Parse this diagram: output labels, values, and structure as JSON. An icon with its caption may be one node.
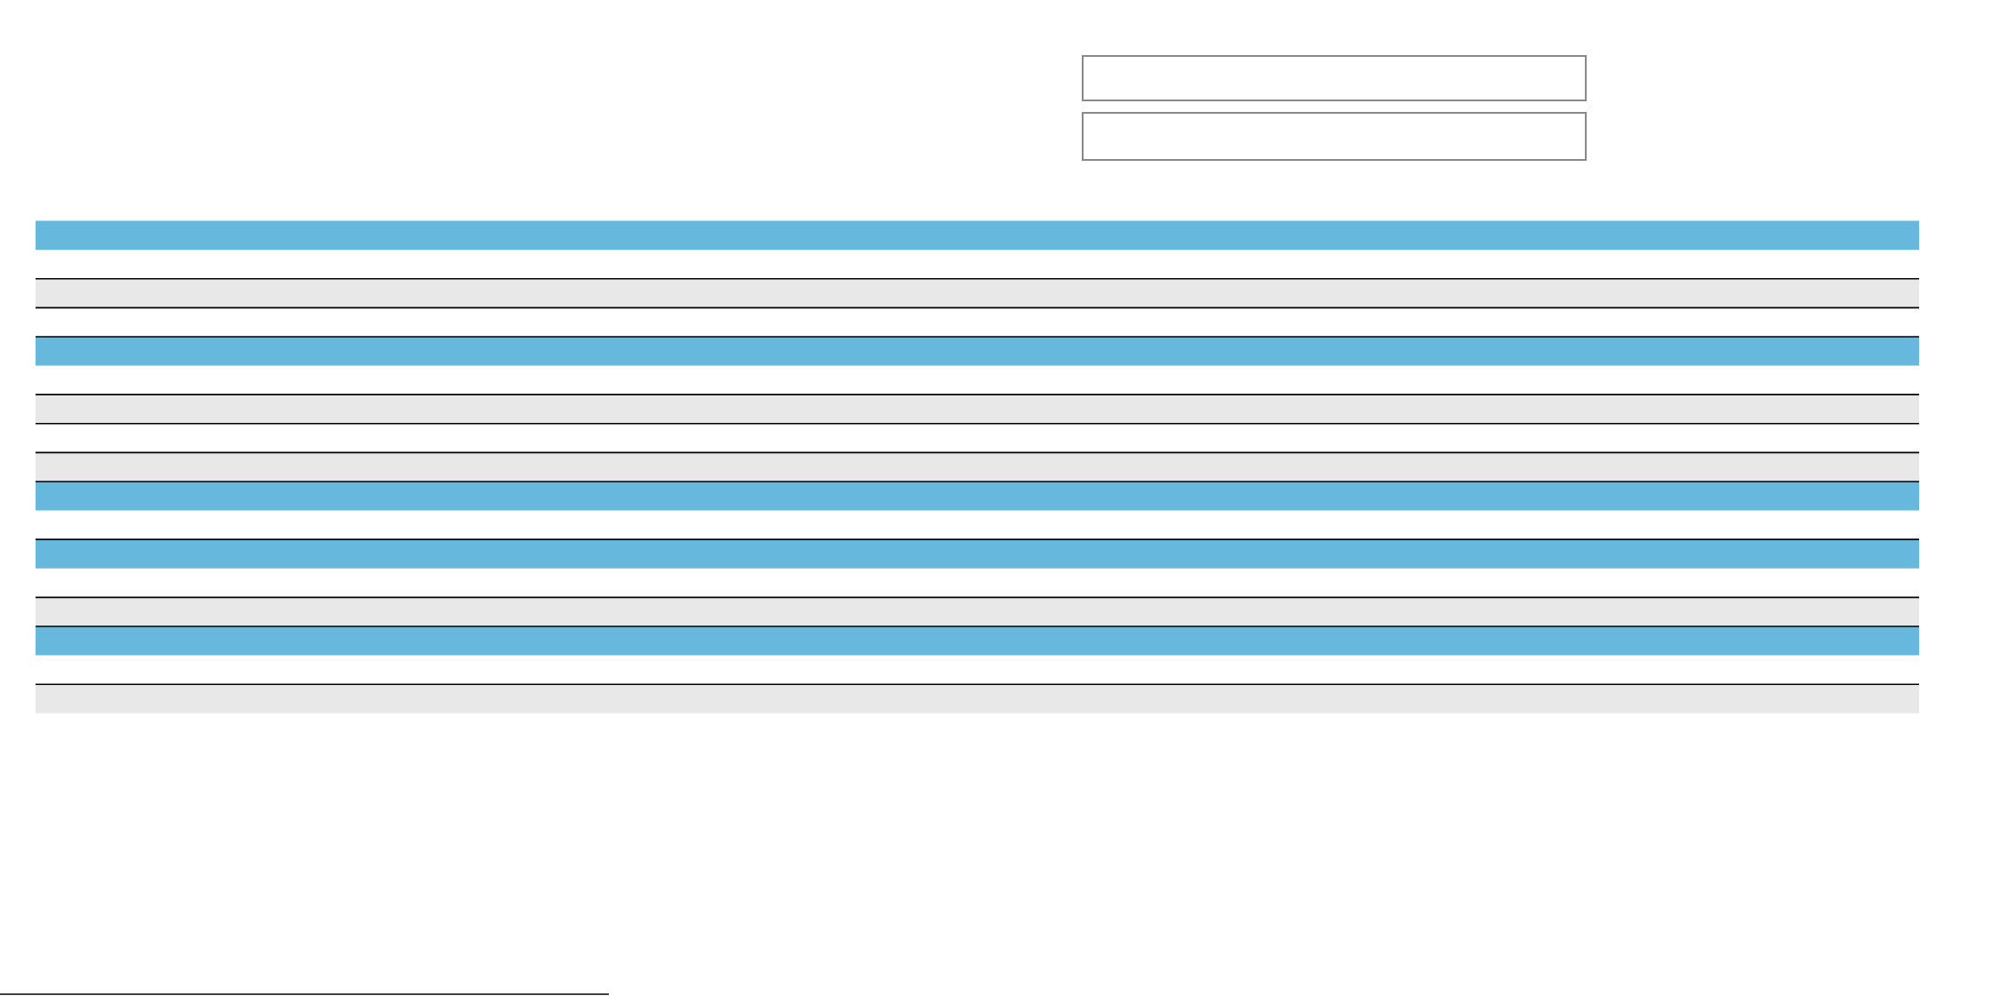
{
  "diagram": {
    "nodes": [
      {
        "text": [],
        "shape": "box"
      },
      {
        "text": [],
        "shape": "box"
      },
      {
        "text": [],
        "shape": "bar"
      },
      {
        "text": [],
        "shape": "bar"
      },
      {
        "text": [],
        "shape": "bar"
      },
      {
        "text": [],
        "shape": "bar"
      },
      {
        "text": [],
        "shape": "bar"
      },
      {
        "text": [],
        "shape": "bar"
      },
      {
        "text": [],
        "shape": "bar"
      },
      {
        "text": [],
        "shape": "bar"
      },
      {
        "text": [],
        "shape": "bar"
      },
      {
        "text": [],
        "shape": "bar"
      }
    ]
  }
}
